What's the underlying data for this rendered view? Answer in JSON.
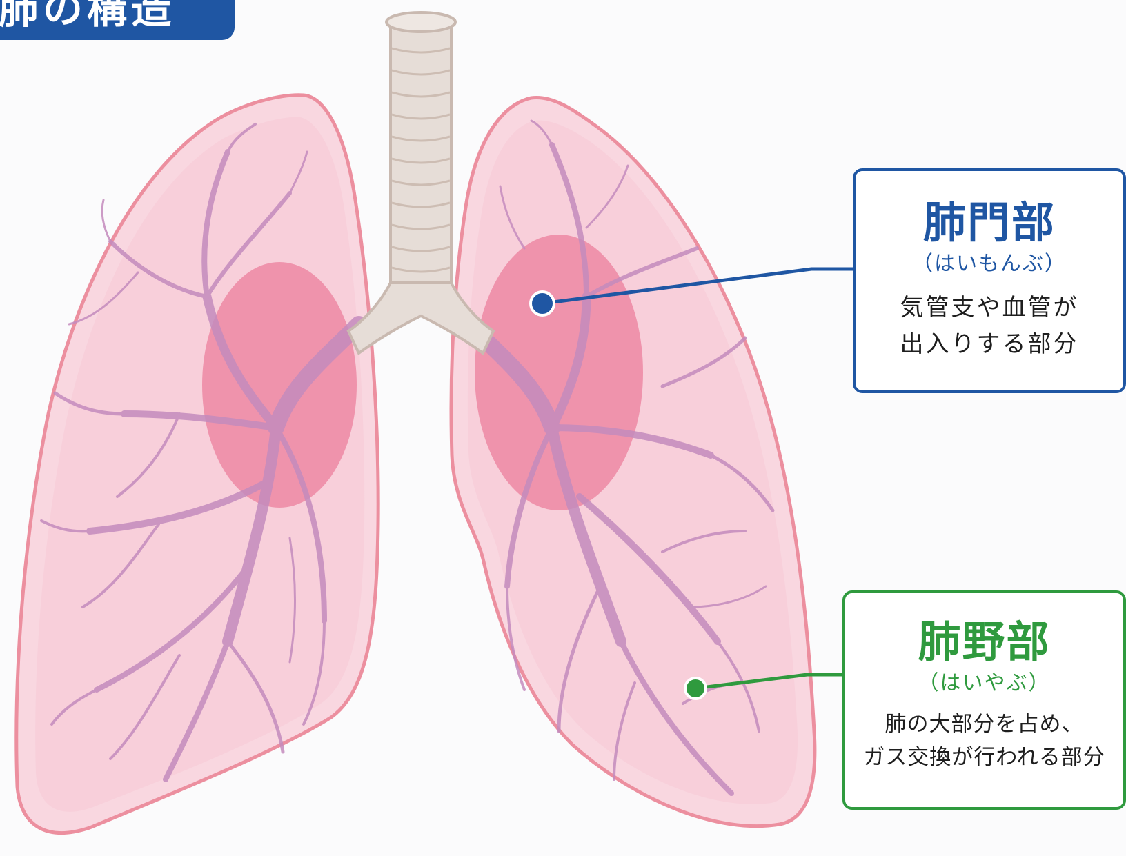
{
  "title": "肺の構造",
  "callouts": {
    "hilum": {
      "name": "肺門部",
      "reading": "（はいもんぶ）",
      "desc_line1": "気管支や血管が",
      "desc_line2": "出入りする部分",
      "color": "#1f56a3"
    },
    "field": {
      "name": "肺野部",
      "reading": "（はいやぶ）",
      "desc_line1": "肺の大部分を占め、",
      "desc_line2": "ガス交換が行われる部分",
      "color": "#2f9a3e"
    }
  },
  "colors": {
    "lung_fill": "#f8d3dd",
    "lung_outline": "#ec8f9f",
    "hilum_region": "#e8708f",
    "airway_branches": "#c98fbd",
    "trachea": "#e3d9d3"
  }
}
